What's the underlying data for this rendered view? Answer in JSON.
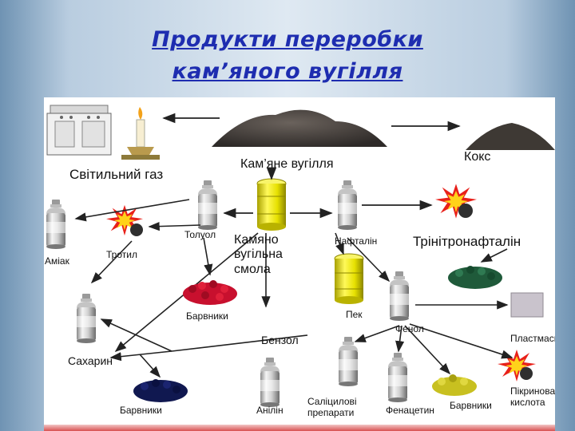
{
  "title": {
    "line1": "Продукти переробки",
    "line2": "кам’яного вугілля"
  },
  "labels": {
    "svitylnyi_gaz": "Світильний газ",
    "kamiane_vuhillia": "Кам’яне вугілля",
    "koks": "Кокс",
    "toluol": "Толуол",
    "kamiano_smola_1": "Камяно",
    "kamiano_smola_2": "вугільна",
    "kamiano_smola_3": "смола",
    "naftalin": "Нафталін",
    "trinitronaftalin": "Трінітронафталін",
    "amiak": "Аміак",
    "trotyl": "Тротил",
    "barvnyky_1": "Барвники",
    "pek": "Пек",
    "fenol": "Фенол",
    "plastmasy": "Пластмаси",
    "benzol": "Бензол",
    "sakharyn": "Сахарин",
    "barvnyky_2": "Барвники",
    "anilin": "Анілін",
    "salitsylovi_1": "Саліцилові",
    "salitsylovi_2": "препарати",
    "fenatsetyn": "Фенацетин",
    "barvnyky_3": "Барвники",
    "pikrynova_1": "Пікринова",
    "pikrynova_2": "кислота"
  },
  "colors": {
    "title": "#1e2db0",
    "coal": "#4a4440",
    "tar_barrel": "#e6e000",
    "dye_red": "#c8102e",
    "dye_green": "#1f5a3a",
    "dye_navy": "#101850",
    "dye_yellow": "#c8c020",
    "explosion": "#e8201a"
  }
}
